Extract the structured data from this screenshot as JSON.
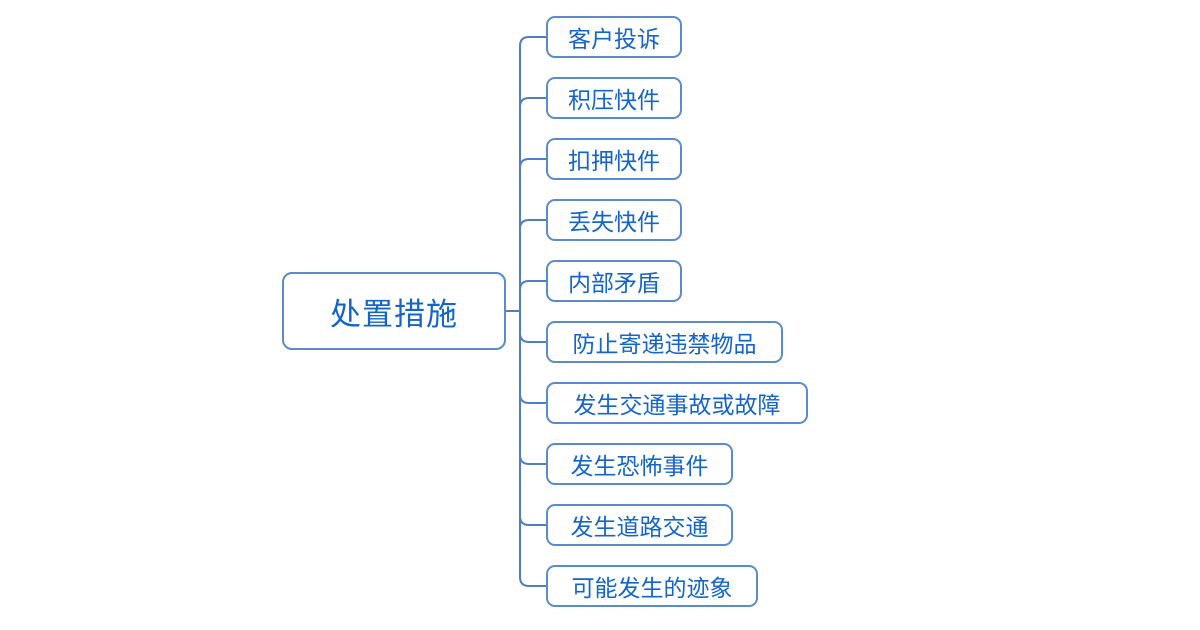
{
  "mindmap": {
    "root": {
      "label": "处置措施"
    },
    "branches": [
      {
        "label": "客户投诉"
      },
      {
        "label": "积压快件"
      },
      {
        "label": "扣押快件"
      },
      {
        "label": "丢失快件"
      },
      {
        "label": "内部矛盾"
      },
      {
        "label": "防止寄递违禁物品"
      },
      {
        "label": "发生交通事故或故障"
      },
      {
        "label": "发生恐怖事件"
      },
      {
        "label": "发生道路交通"
      },
      {
        "label": "可能发生的迹象"
      }
    ],
    "colors": {
      "node_border": "#5b8bc9",
      "node_text": "#1565c8",
      "connector": "#4f7fc0",
      "background": "#ffffff"
    }
  }
}
